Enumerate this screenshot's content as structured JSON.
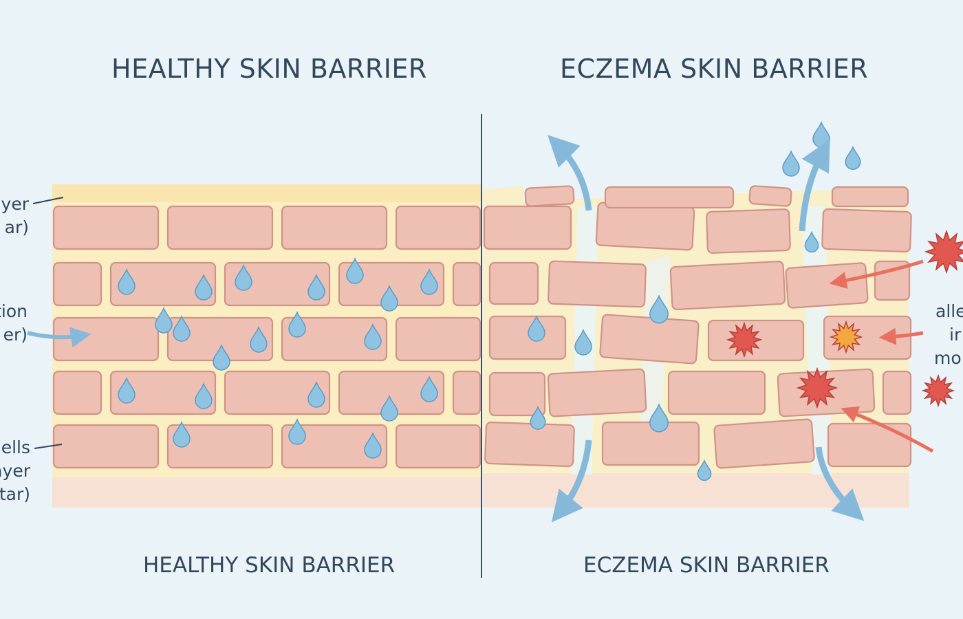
{
  "titles": {
    "left": "HEALTHY SKIN BARRIER",
    "right": "ECZEMA SKIN BARRIER"
  },
  "subtitles": {
    "left": "HEALTHY SKIN BARRIER",
    "right": "ECZEMA SKIN BARRIER"
  },
  "left_labels": {
    "lipid_layer": [
      "ayer",
      "ar)"
    ],
    "hydration": [
      "tion",
      "er)"
    ],
    "skin_cells": [
      "ells",
      "ayer",
      "tar)"
    ]
  },
  "right_labels": {
    "allergens": [
      "alle",
      "ir",
      "mo"
    ]
  },
  "colors": {
    "background": "#eaf4f8",
    "brick": "#eebfb3",
    "brick_outline": "#cf9486",
    "mortar": "#fbeec2",
    "water": "#8ec3e2",
    "arrow": "#86b9d9",
    "irritant": "#e0584f",
    "irritant_alt": "#f2a740",
    "divider": "#3b4f64"
  },
  "icons": {
    "water": "water-drop-icon",
    "irritant": "irritant-star-icon",
    "moisture_loss": "moisture-loss-arrow-icon",
    "allergen_entry": "allergen-arrow-icon"
  }
}
